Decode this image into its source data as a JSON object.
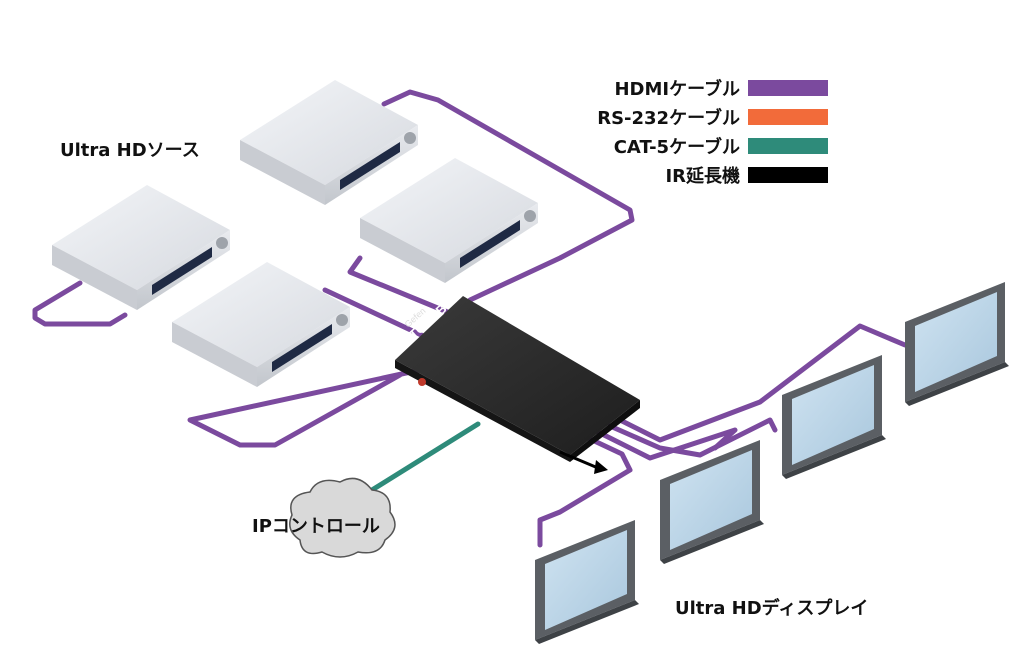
{
  "labels": {
    "sources": "Ultra HDソース",
    "displays": "Ultra HDディスプレイ",
    "ip_control": "IPコントロール"
  },
  "device": {
    "brand_line1": "Gefen",
    "brand_line2": "TOOLBOX"
  },
  "legend": [
    {
      "label": "HDMIケーブル",
      "color": "#7b4a9e"
    },
    {
      "label": "RS-232ケーブル",
      "color": "#f26b3a"
    },
    {
      "label": "CAT-5ケーブル",
      "color": "#2e8b7a"
    },
    {
      "label": "IR延長機",
      "color": "#000000"
    }
  ],
  "colors": {
    "hdmi": "#7b4a9e",
    "cat5": "#2e8b7a",
    "box_top": "#e4e7ec",
    "box_side": "#c4c8cf",
    "device_top": "#2c2c2c",
    "screen": "#bcd6e8",
    "bezel": "#5b5f64"
  }
}
